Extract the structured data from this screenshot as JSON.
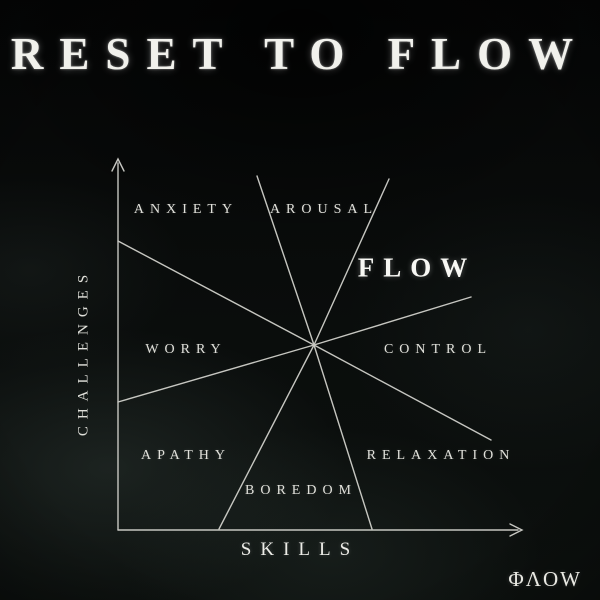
{
  "title": "RESET TO FLOW",
  "axes": {
    "y_label": "CHALLENGES",
    "x_label": "SKILLS"
  },
  "regions": {
    "anxiety": "ANXIETY",
    "arousal": "AROUSAL",
    "flow": "FLOW",
    "worry": "WORRY",
    "control": "CONTROL",
    "apathy": "APATHY",
    "boredom": "BOREDOM",
    "relaxation": "RELAXATION"
  },
  "logo": "ΦΛOW",
  "colors": {
    "background": "#070909",
    "text": "#e0e0da",
    "line": "#d6d6d0",
    "flow_text": "#f8f8f4"
  }
}
